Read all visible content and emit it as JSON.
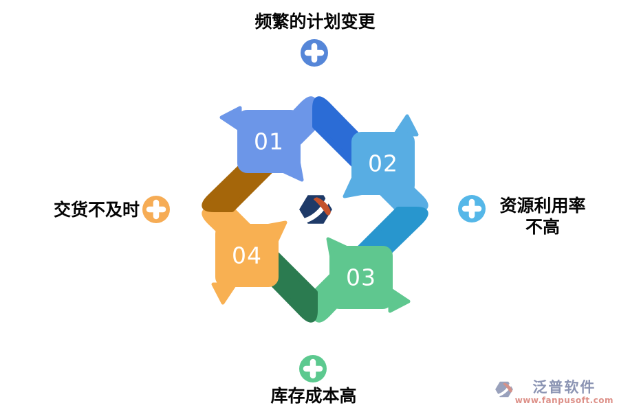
{
  "labels": {
    "top": "频繁的计划变更",
    "right_line1": "资源利用率",
    "right_line2": "不高",
    "left": "交货不及时",
    "bottom": "库存成本高"
  },
  "steps": [
    "01",
    "02",
    "03",
    "04"
  ],
  "watermark": {
    "brand": "泛普软件",
    "url": "www.fanpusoft.com"
  },
  "colors": {
    "ribbons": [
      {
        "light": "#6C96E8",
        "dark": "#2B6CD6"
      },
      {
        "light": "#58ADE3",
        "dark": "#2896CE"
      },
      {
        "light": "#5FC78F",
        "dark": "#2B7B50"
      },
      {
        "light": "#F8B052",
        "dark": "#A5660A"
      }
    ],
    "icons": {
      "top": "#5586D8",
      "right": "#55B7E8",
      "left": "#F6AC55",
      "bottom": "#5CC98F"
    },
    "logo": {
      "navy": "#1E3A68",
      "orange": "#C4512B"
    },
    "watermark_glyph": {
      "hex": "#99A1BC",
      "lobe": "#D4928A"
    },
    "label_text": "#050505"
  }
}
